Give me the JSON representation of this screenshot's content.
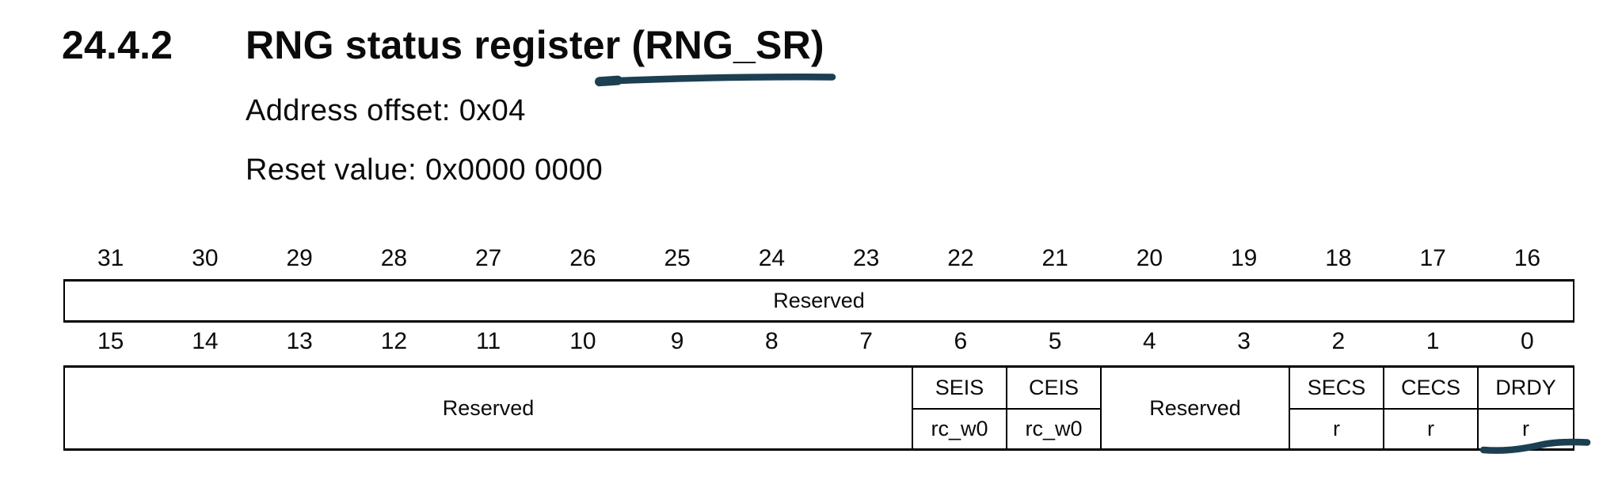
{
  "section": {
    "number": "24.4.2",
    "title": "RNG status register (RNG_SR)"
  },
  "register": {
    "address_offset_line": "Address offset: 0x04",
    "reset_value_line": "Reset value: 0x0000 0000",
    "upper": {
      "bits": [
        "31",
        "30",
        "29",
        "28",
        "27",
        "26",
        "25",
        "24",
        "23",
        "22",
        "21",
        "20",
        "19",
        "18",
        "17",
        "16"
      ],
      "fields": [
        {
          "name": "Reserved",
          "bits": "31:16",
          "access": ""
        }
      ]
    },
    "lower": {
      "bits": [
        "15",
        "14",
        "13",
        "12",
        "11",
        "10",
        "9",
        "8",
        "7",
        "6",
        "5",
        "4",
        "3",
        "2",
        "1",
        "0"
      ],
      "fields": [
        {
          "name": "Reserved",
          "bits": "15:7",
          "access": ""
        },
        {
          "name": "SEIS",
          "bits": "6",
          "access": "rc_w0"
        },
        {
          "name": "CEIS",
          "bits": "5",
          "access": "rc_w0"
        },
        {
          "name": "Reserved",
          "bits": "4:3",
          "access": ""
        },
        {
          "name": "SECS",
          "bits": "2",
          "access": "r"
        },
        {
          "name": "CECS",
          "bits": "1",
          "access": "r"
        },
        {
          "name": "DRDY",
          "bits": "0",
          "access": "r"
        }
      ]
    }
  },
  "annotations": {
    "color": "#1c3f52",
    "items": [
      {
        "target": "register-name",
        "kind": "hand-drawn-underline"
      },
      {
        "target": "drdy-access-r",
        "kind": "hand-drawn-underline"
      }
    ]
  }
}
